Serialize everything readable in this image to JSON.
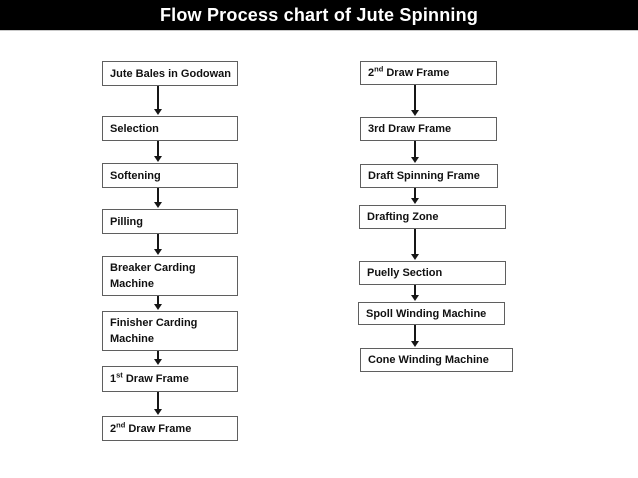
{
  "title": "Flow Process chart of Jute Spinning",
  "colors": {
    "title_bar_bg": "#000000",
    "title_text": "#ffffff",
    "box_bg": "#ffffff",
    "box_border": "#5f5f5f",
    "box_text": "#111111",
    "arrow": "#161616",
    "background": "#ffffff"
  },
  "flowchart": {
    "left_column": [
      {
        "t1": "Jute Bales in Godowan"
      },
      {
        "t1": "Selection"
      },
      {
        "t1": "Softening"
      },
      {
        "t1": "Pilling"
      },
      {
        "t1": "Breaker Carding Machine"
      },
      {
        "t1": "Finisher Carding Machine"
      },
      {
        "t1": "1",
        "sup": "st",
        "t2": " Draw Frame"
      },
      {
        "t1": "2",
        "sup": "nd",
        "t2": " Draw Frame"
      }
    ],
    "right_column": [
      {
        "t1": "2",
        "sup": "nd",
        "t2": " Draw Frame"
      },
      {
        "t1": "3rd Draw Frame"
      },
      {
        "t1": "Draft Spinning Frame"
      },
      {
        "t1": "Drafting Zone"
      },
      {
        "t1": "Puelly Section"
      },
      {
        "t1": "Spoll Winding Machine"
      },
      {
        "t1": "Cone Winding Machine"
      }
    ]
  }
}
